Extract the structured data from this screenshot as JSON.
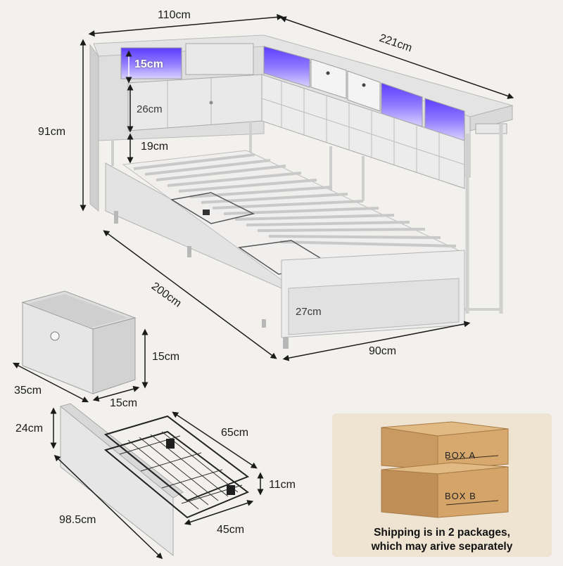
{
  "dimensions": {
    "top_width": "110cm",
    "top_length": "221cm",
    "overall_height": "91cm",
    "shelf_height": "15cm",
    "headboard_height": "26cm",
    "under_clearance": "19cm",
    "bed_length": "200cm",
    "bed_width": "90cm",
    "footboard_height": "27cm"
  },
  "fabric_bin": {
    "height": "15cm",
    "length": "35cm",
    "width": "15cm"
  },
  "drawer": {
    "front_height": "24cm",
    "front_length": "98.5cm",
    "basket_length": "65cm",
    "basket_depth": "11cm",
    "basket_width": "45cm"
  },
  "shipping": {
    "box_a": "BOX A",
    "box_b": "BOX B",
    "note_line1": "Shipping is in 2 packages,",
    "note_line2": "which may arive separately"
  },
  "colors": {
    "background": "#f3f1ee",
    "frame": "#dcdcdc",
    "upholstery": "#e6e6e6",
    "led": "#7b5cff",
    "cardboard": "#c99a62",
    "panel": "#efe4d2"
  }
}
